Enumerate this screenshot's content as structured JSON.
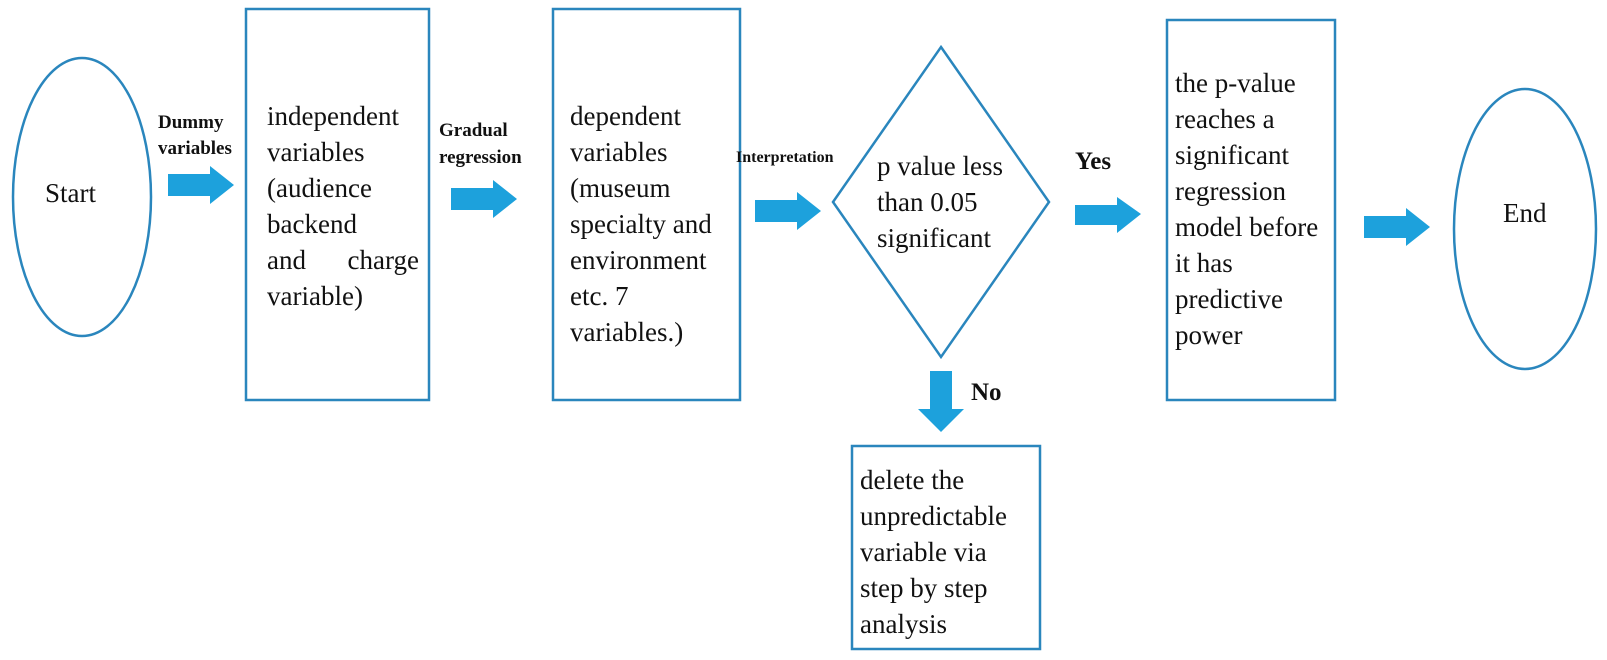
{
  "nodes": {
    "start": "Start",
    "independent": {
      "lines": [
        "independent",
        "variables",
        "(audience",
        "backend"
      ],
      "justified_line": [
        "and",
        "charge"
      ],
      "last_line": "variable)"
    },
    "dependent": {
      "lines": [
        "dependent",
        "variables",
        "(museum",
        "specialty and",
        "environment",
        "etc. 7",
        "variables.)"
      ]
    },
    "decision": {
      "lines": [
        "p value less",
        "than 0.05",
        "significant"
      ]
    },
    "result": {
      "lines": [
        "the p-value",
        "reaches a",
        "significant",
        "regression",
        "model before",
        "it has",
        "predictive",
        "power"
      ]
    },
    "delete_box": {
      "lines": [
        "delete the",
        "unpredictable",
        "variable via",
        "step by step",
        "analysis"
      ]
    },
    "end": "End"
  },
  "edges": {
    "dummy": [
      "Dummy",
      "variables"
    ],
    "gradual": [
      "Gradual",
      "regression"
    ],
    "interpretation": "Interpretation",
    "yes": "Yes",
    "no": "No"
  },
  "colors": {
    "outline": "#2a86bd",
    "arrow": "#1da1dc",
    "text": "#111111"
  }
}
